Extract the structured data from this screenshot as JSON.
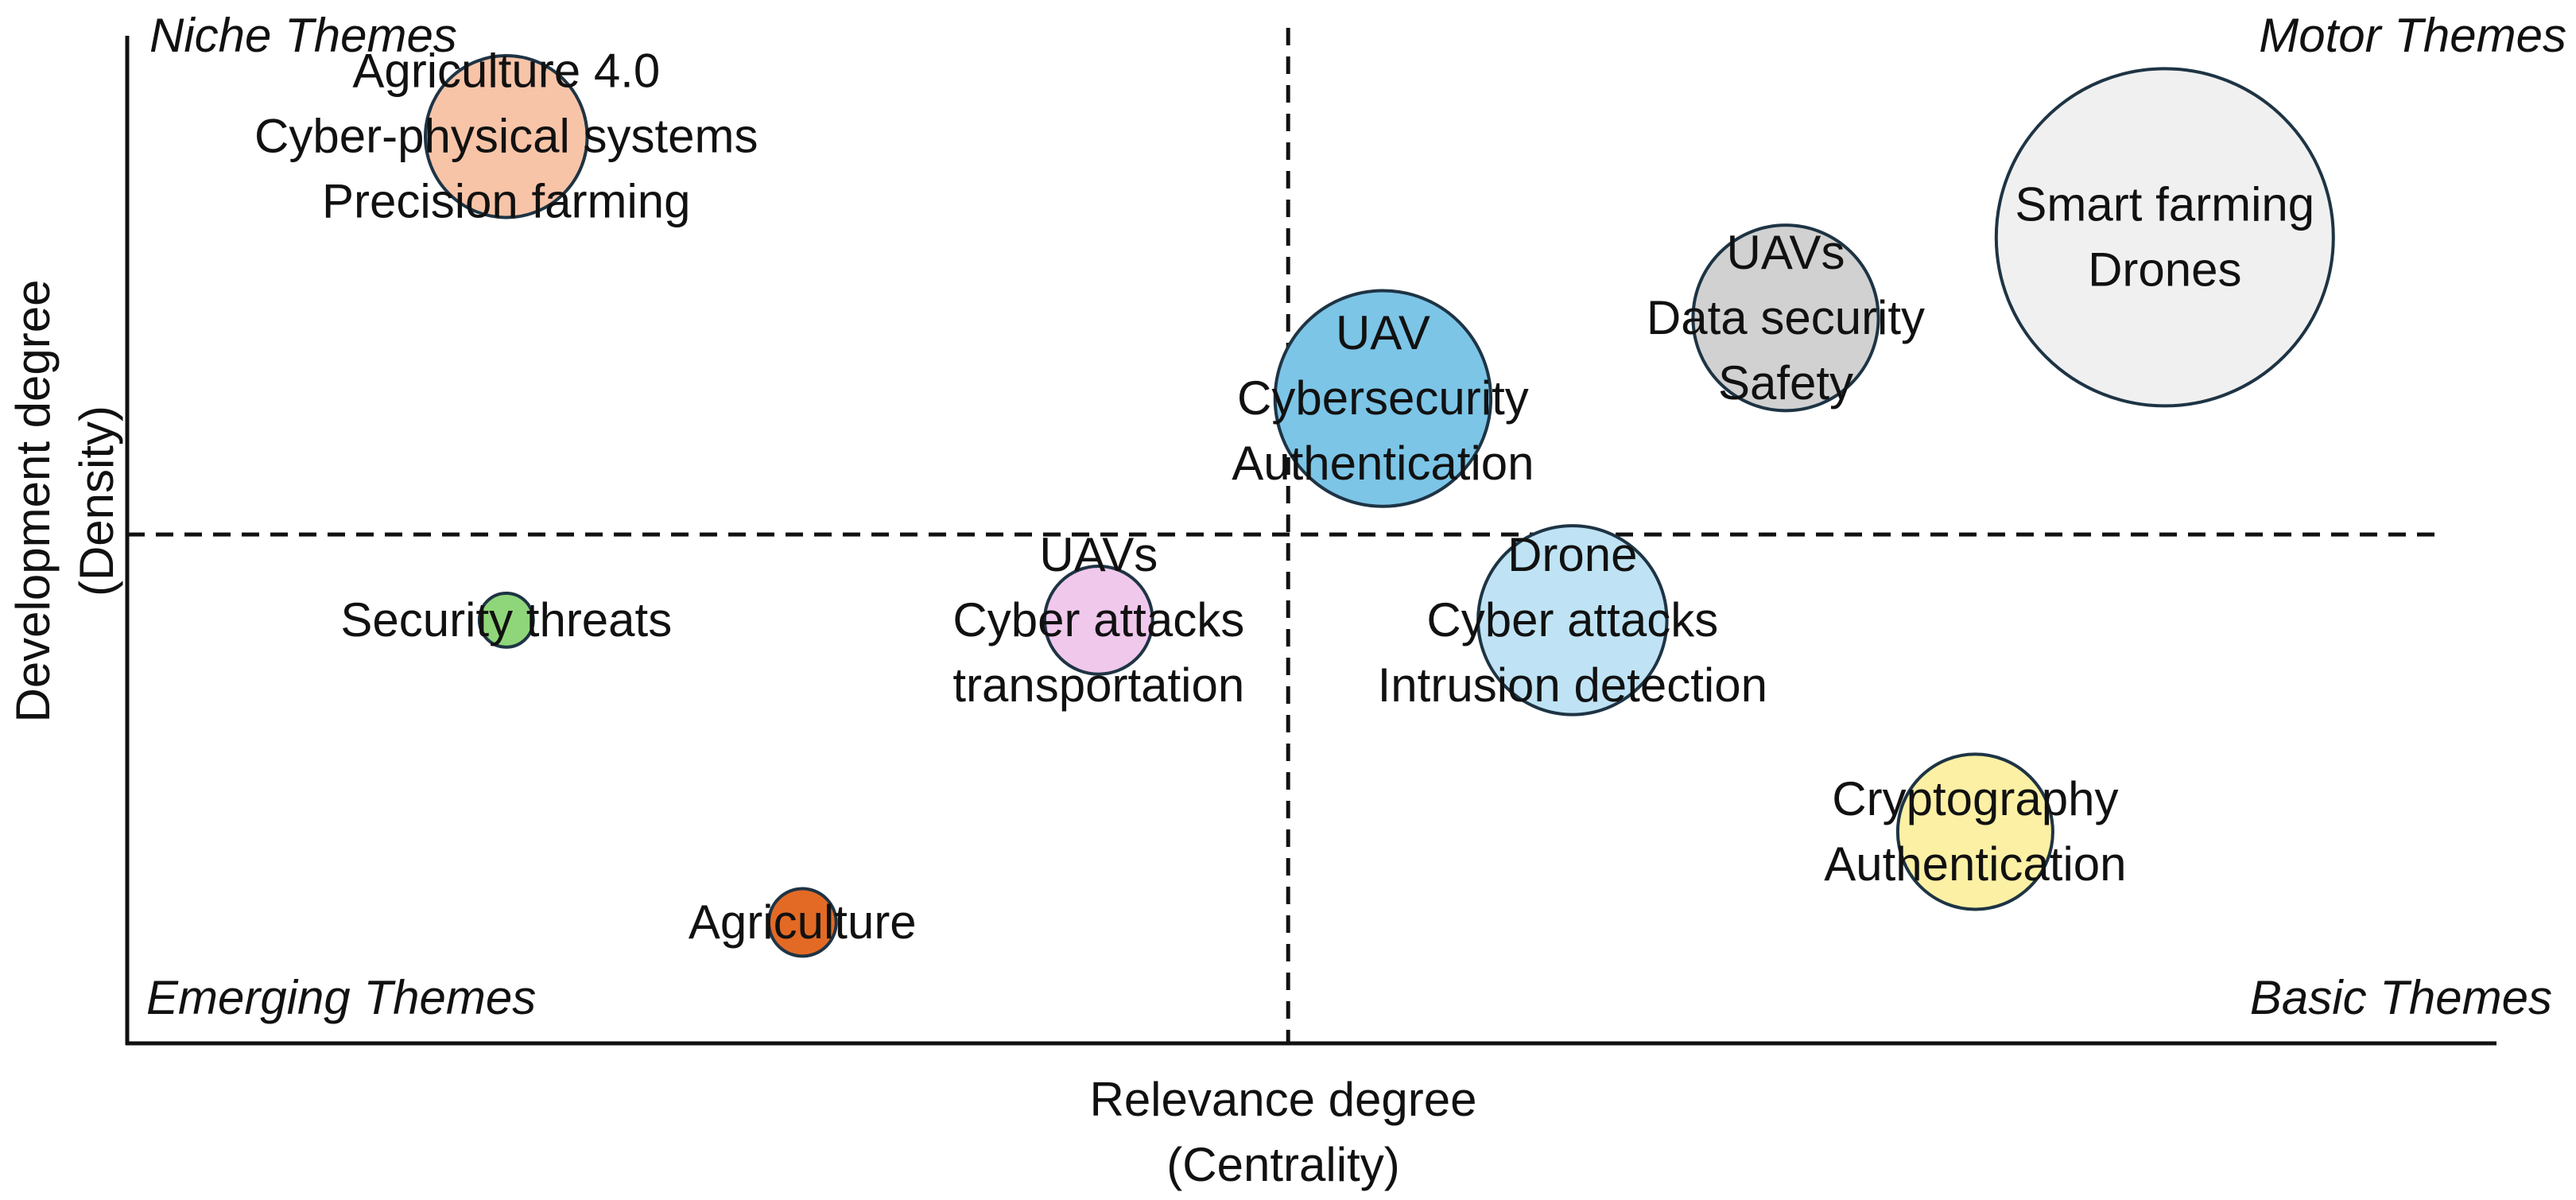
{
  "chart_data": {
    "type": "scatter",
    "subtype": "thematic-map-bubble",
    "xlabel": [
      "Relevance degree",
      "(Centrality)"
    ],
    "ylabel": [
      "Development degree",
      "(Density)"
    ],
    "xlim": [
      0,
      1
    ],
    "ylim": [
      0,
      1
    ],
    "x_divider": 0.49,
    "y_divider": 0.505,
    "quadrants": {
      "top_left": "Niche Themes",
      "top_right": "Motor Themes",
      "bottom_left": "Emerging Themes",
      "bottom_right": "Basic Themes"
    },
    "grid": false,
    "bubbles": [
      {
        "labels": [
          "Agriculture 4.0",
          "Cyber-physical systems",
          "Precision farming"
        ],
        "x": 0.16,
        "y": 0.9,
        "size": 0.48,
        "color": "#f8c4a8"
      },
      {
        "labels": [
          "UAV",
          "Cybersecurity",
          "Authentication"
        ],
        "x": 0.53,
        "y": 0.64,
        "size": 0.64,
        "color": "#7cc5e7"
      },
      {
        "labels": [
          "UAVs",
          "Data security",
          "Safety"
        ],
        "x": 0.7,
        "y": 0.72,
        "size": 0.55,
        "color": "#d1d1d1"
      },
      {
        "labels": [
          "Smart farming",
          "Drones"
        ],
        "x": 0.86,
        "y": 0.8,
        "size": 1.0,
        "color": "#f0f0f0"
      },
      {
        "labels": [
          "Security threats"
        ],
        "x": 0.16,
        "y": 0.42,
        "size": 0.16,
        "color": "#8fd67a"
      },
      {
        "labels": [
          "UAVs",
          "Cyber attacks",
          "transportation"
        ],
        "x": 0.41,
        "y": 0.42,
        "size": 0.32,
        "color": "#f0c8ec"
      },
      {
        "labels": [
          "Drone",
          "Cyber attacks",
          "Intrusion detection"
        ],
        "x": 0.61,
        "y": 0.42,
        "size": 0.56,
        "color": "#bfe3f4"
      },
      {
        "labels": [
          "Cryptography",
          "Authentication"
        ],
        "x": 0.78,
        "y": 0.21,
        "size": 0.46,
        "color": "#fbf0a4"
      },
      {
        "labels": [
          "Agriculture"
        ],
        "x": 0.285,
        "y": 0.12,
        "size": 0.2,
        "color": "#e36a25"
      }
    ]
  }
}
